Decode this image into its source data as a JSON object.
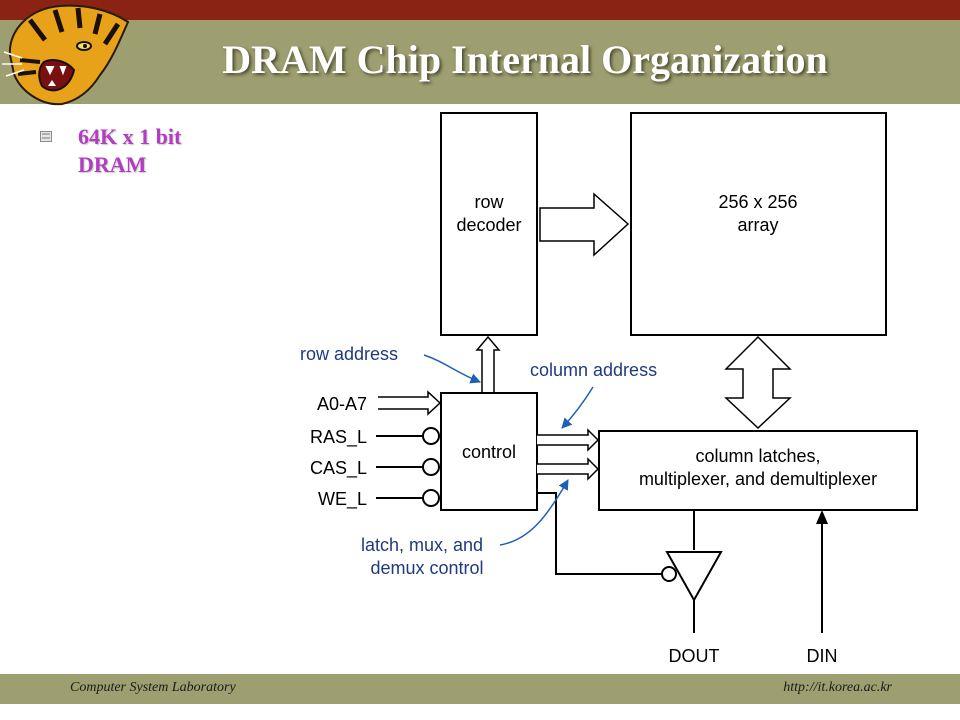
{
  "slide": {
    "title": "DRAM Chip Internal Organization",
    "bullet": [
      "64K x 1 bit",
      "DRAM"
    ]
  },
  "diagram": {
    "row_decoder": [
      "row",
      "decoder"
    ],
    "array": [
      "256 x 256",
      "array"
    ],
    "control": "control",
    "column_latches": [
      "column latches,",
      "multiplexer, and demultiplexer"
    ],
    "inputs": [
      "A0-A7",
      "RAS_L",
      "CAS_L",
      "WE_L"
    ],
    "row_address": "row address",
    "column_address": "column address",
    "latch_control": [
      "latch, mux, and",
      "demux control"
    ],
    "dout": "DOUT",
    "din": "DIN"
  },
  "footer": {
    "left": "Computer System Laboratory",
    "right": "http://it.korea.ac.kr"
  },
  "colors": {
    "top_bar": "#8b2314",
    "title_bar": "#9d9f70",
    "bullet_text": "#b23dc0",
    "label_blue": "#1f3a80"
  }
}
